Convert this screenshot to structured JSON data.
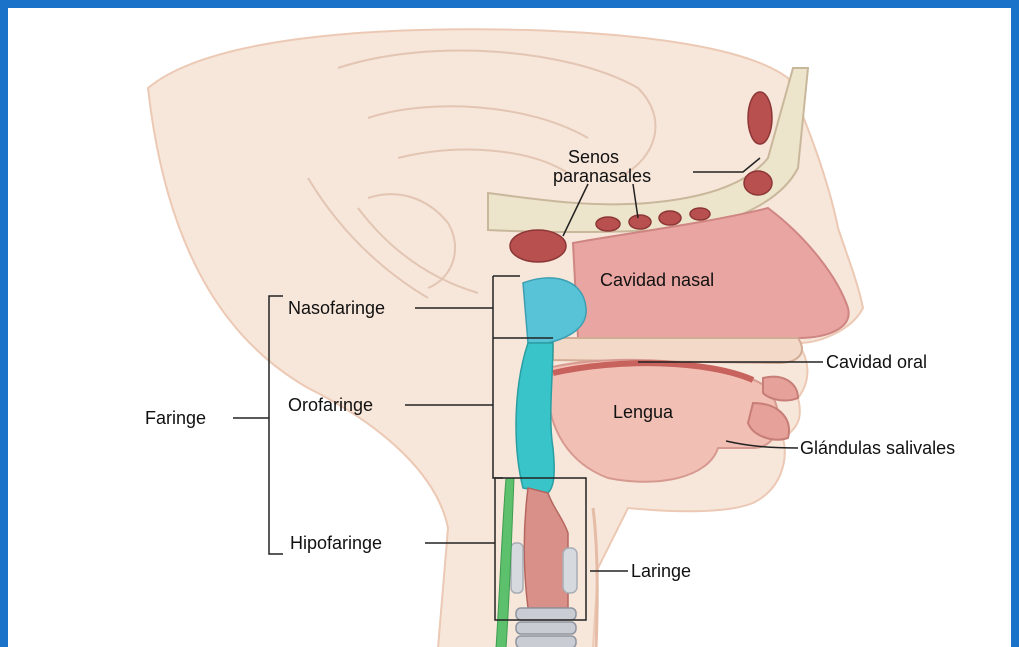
{
  "colors": {
    "border": "#1a73c8",
    "skin": "#f3d6c4",
    "tissue": "#e89a98",
    "pharynx_upper": "#4fbfd3",
    "pharynx_lower": "#35c2c8",
    "green_strip": "#5cc06c",
    "bone": "#e9e0c8"
  },
  "labels": {
    "senos": "Senos",
    "paranasales": "paranasales",
    "cavidad_nasal": "Cavidad nasal",
    "nasofaringe": "Nasofaringe",
    "cavidad_oral": "Cavidad oral",
    "faringe": "Faringe",
    "orofaringe": "Orofaringe",
    "lengua": "Lengua",
    "glandulas_salivales": "Glándulas salivales",
    "hipofaringe": "Hipofaringe",
    "laringe": "Laringe"
  }
}
